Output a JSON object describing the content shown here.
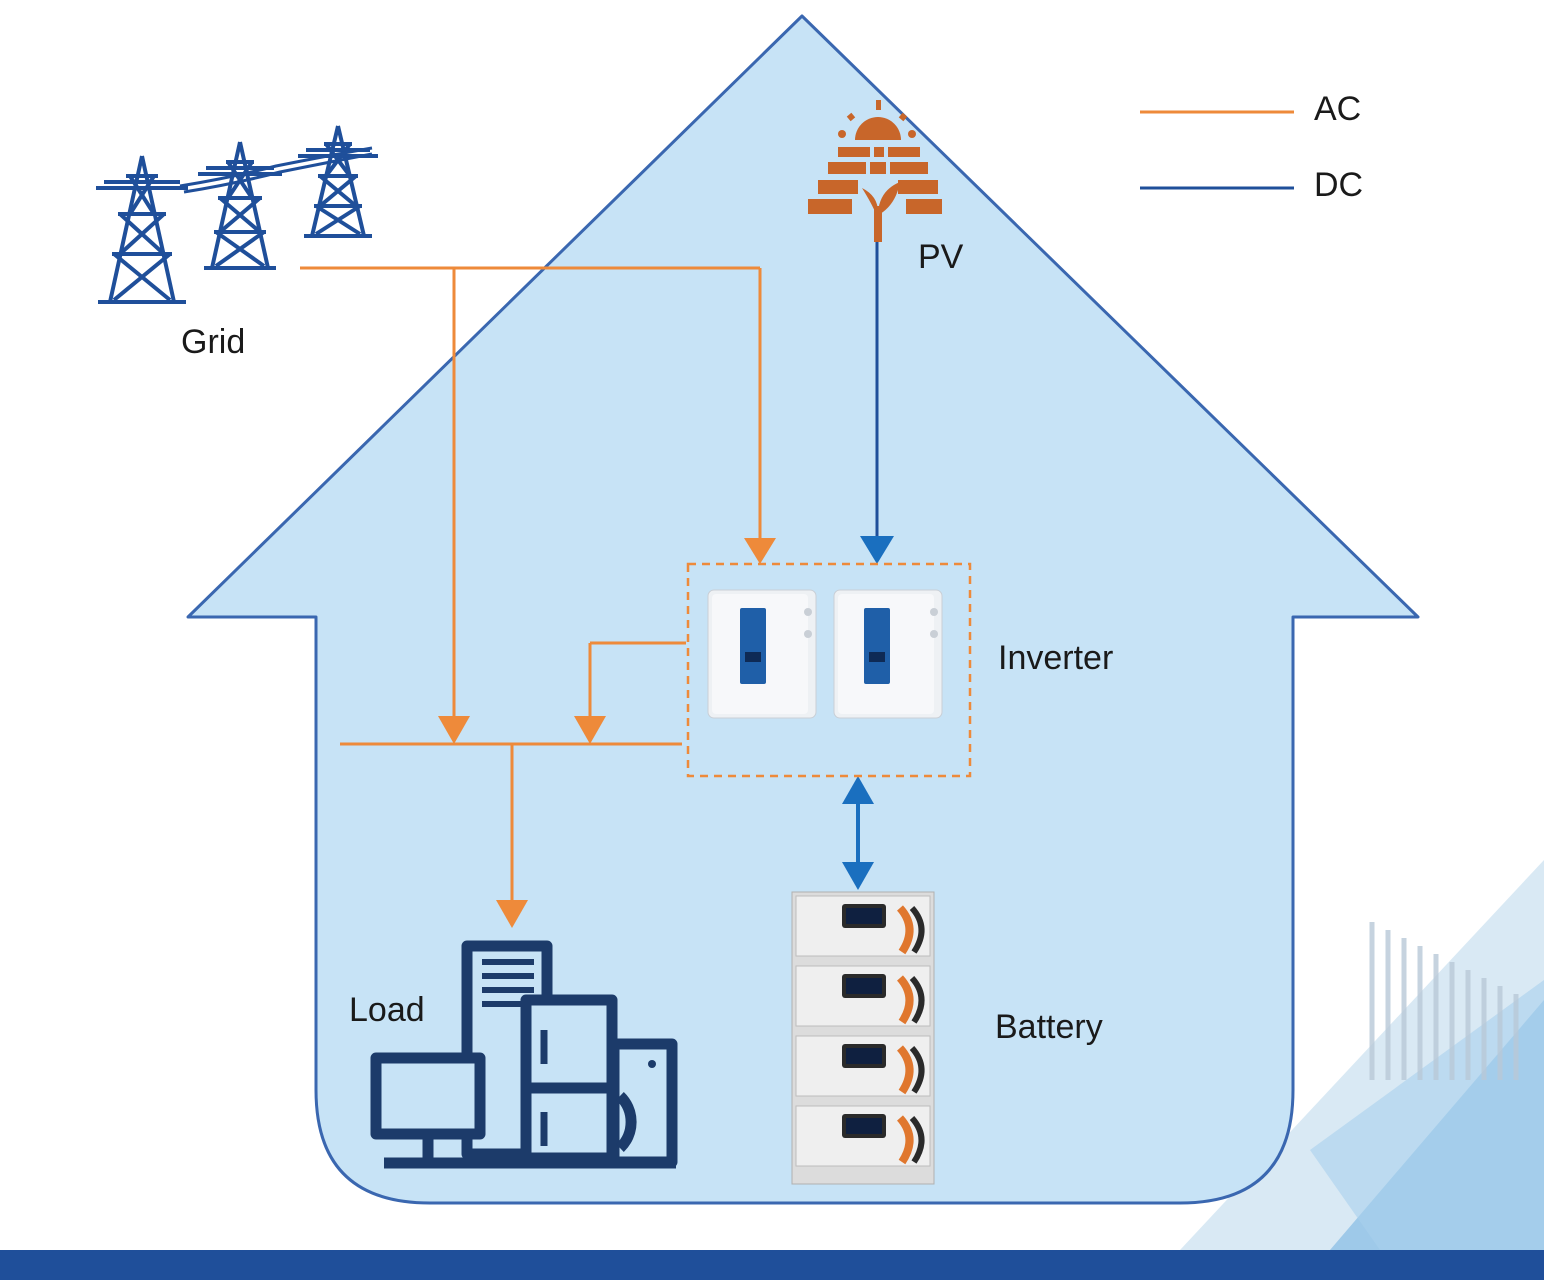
{
  "legend": {
    "items": [
      {
        "label": "AC",
        "color": "#ee8a3a"
      },
      {
        "label": "DC",
        "color": "#1f4f9a"
      }
    ]
  },
  "nodes": {
    "grid": {
      "label": "Grid",
      "icon": "transmission-tower-icon"
    },
    "pv": {
      "label": "PV",
      "icon": "solar-panel-icon"
    },
    "inverter": {
      "label": "Inverter",
      "icon": "inverter-icon"
    },
    "battery": {
      "label": "Battery",
      "icon": "battery-rack-icon"
    },
    "load": {
      "label": "Load",
      "icon": "household-appliances-icon"
    }
  },
  "colors": {
    "ac": "#ee8a3a",
    "dc": "#1f4f9a",
    "dc_arrow": "#1a6fbf",
    "house_fill": "#c7e3f6",
    "house_stroke": "#3a67b0",
    "pv_icon": "#c8662a",
    "footer": "#1f4f9a"
  }
}
